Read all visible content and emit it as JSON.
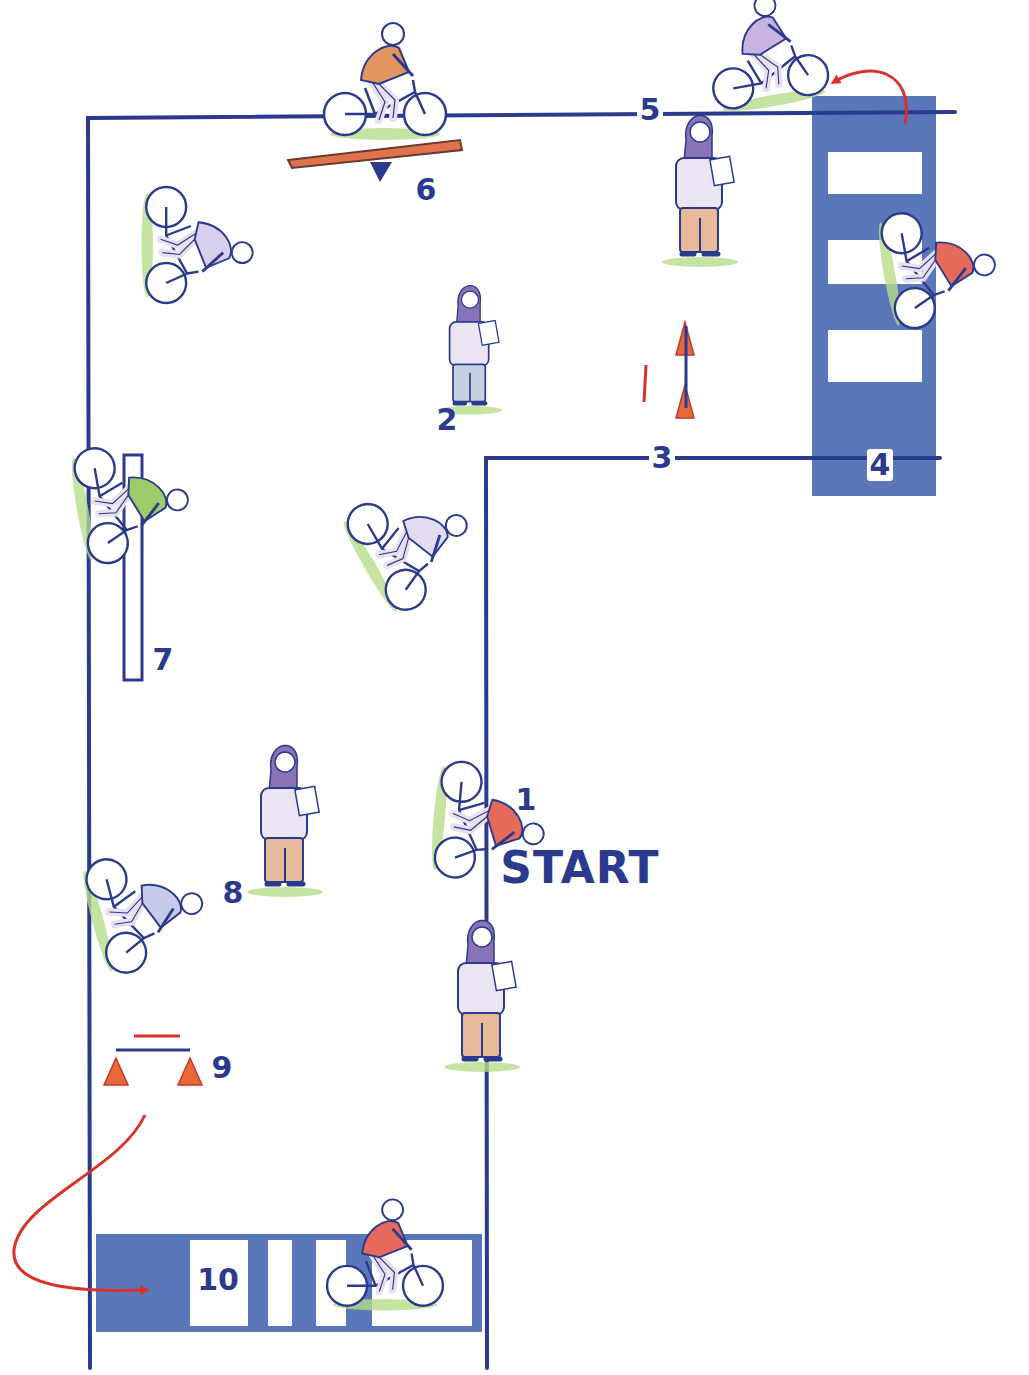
{
  "diagram": {
    "labels": [
      "6",
      "5",
      "2",
      "3",
      "4",
      "7",
      "1",
      "START",
      "8",
      "9",
      "10"
    ]
  }
}
